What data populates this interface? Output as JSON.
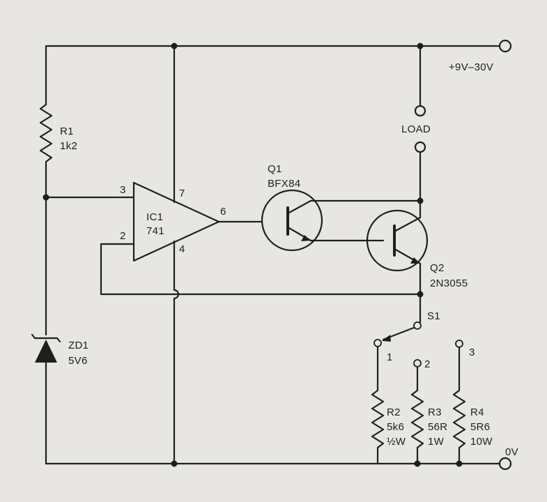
{
  "supply": {
    "positive": "+9V–30V",
    "ground": "0V"
  },
  "load": {
    "label": "LOAD"
  },
  "r1": {
    "name": "R1",
    "value": "1k2"
  },
  "zd1": {
    "name": "ZD1",
    "value": "5V6"
  },
  "ic1": {
    "name": "IC1",
    "part": "741",
    "pin_noninv": "3",
    "pin_inv": "2",
    "pin_vplus": "7",
    "pin_vminus": "4",
    "pin_out": "6"
  },
  "q1": {
    "name": "Q1",
    "part": "BFX84"
  },
  "q2": {
    "name": "Q2",
    "part": "2N3055"
  },
  "s1": {
    "name": "S1",
    "pos1": "1",
    "pos2": "2",
    "pos3": "3"
  },
  "r2": {
    "name": "R2",
    "value": "5k6",
    "rating": "½W"
  },
  "r3": {
    "name": "R3",
    "value": "56R",
    "rating": "1W"
  },
  "r4": {
    "name": "R4",
    "value": "5R6",
    "rating": "10W"
  }
}
